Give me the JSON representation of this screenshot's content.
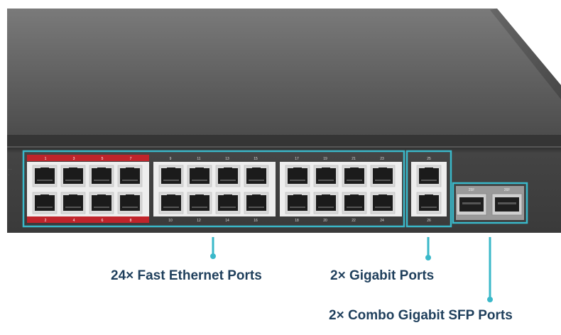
{
  "labels": {
    "fast_ethernet": "24× Fast Ethernet Ports",
    "gigabit": "2× Gigabit Ports",
    "combo_sfp": "2× Combo Gigabit SFP Ports"
  },
  "port_numbers": {
    "poe_top": [
      "1",
      "3",
      "5",
      "7"
    ],
    "poe_bottom": [
      "2",
      "4",
      "6",
      "8"
    ],
    "group2_top": [
      "9",
      "11",
      "13",
      "15"
    ],
    "group2_bottom": [
      "10",
      "12",
      "14",
      "16"
    ],
    "group3_top": [
      "17",
      "19",
      "21",
      "23"
    ],
    "group3_bottom": [
      "18",
      "20",
      "22",
      "24"
    ],
    "gigabit_top": "25",
    "gigabit_bottom": "26",
    "sfp": [
      "25F",
      "26F"
    ]
  },
  "colors": {
    "accent": "#3ab8c9",
    "label_text": "#1f3f5c",
    "poe_band": "#c0242b",
    "chassis_top": "#6a6a6a",
    "chassis_front": "#3e3e3e"
  }
}
